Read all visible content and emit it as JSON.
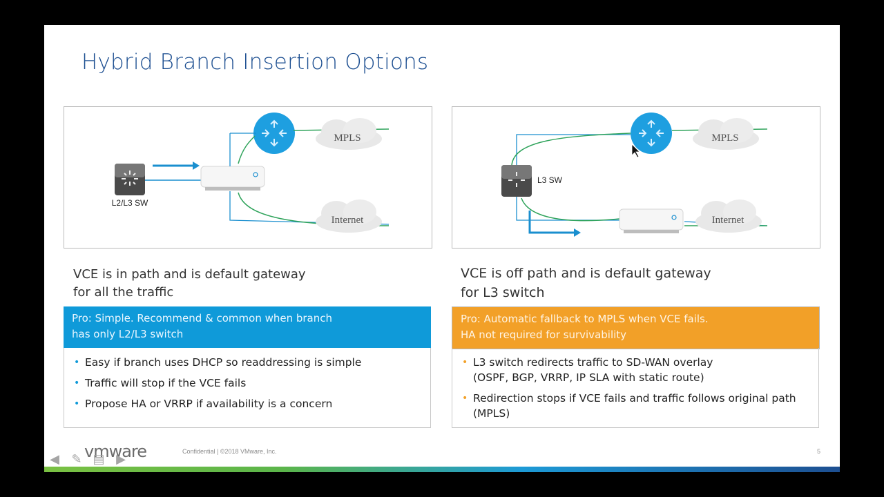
{
  "slide": {
    "title": "Hybrid Branch Insertion Options",
    "left_panel": {
      "switch_label": "L2/L3 SW",
      "cloud_mpls": "MPLS",
      "cloud_internet": "Internet",
      "description": "VCE is in path and is default gateway\nfor all the traffic",
      "pro": "Pro: Simple. Recommend & common when branch\nhas only L2/L3 switch",
      "bullets": [
        "Easy if branch uses DHCP so readdressing is simple",
        "Traffic will stop if the VCE fails",
        "Propose HA or VRRP if availability is a concern"
      ]
    },
    "right_panel": {
      "switch_label": "L3 SW",
      "cloud_mpls": "MPLS",
      "cloud_internet": "Internet",
      "description": "VCE is off path and is default gateway\nfor L3 switch",
      "pro": "Pro: Automatic fallback to MPLS when VCE fails.\nHA not required for survivability",
      "bullets": [
        "L3 switch redirects traffic to SD-WAN overlay\n(OSPF, BGP, VRRP, IP SLA with static route)",
        "Redirection stops if VCE fails and traffic follows original path\n(MPLS)"
      ]
    },
    "footer": {
      "logo": "vmware",
      "confidential": "Confidential   |   ©2018 VMware, Inc.",
      "page": "5"
    }
  },
  "colors": {
    "title": "#1d4f91",
    "blue_pro": "#0f9ad9",
    "orange_pro": "#f2a028",
    "router": "#1e9fe0",
    "line_green": "#2fa35b",
    "line_blue": "#1a8fcf"
  }
}
